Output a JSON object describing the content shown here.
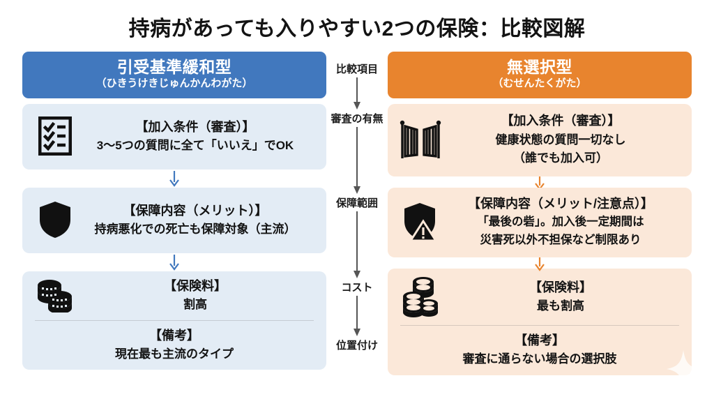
{
  "title": "持病があっても入りやすい2つの保険：比較図解",
  "colors": {
    "blue_header": "#4178be",
    "orange_header": "#e8842e",
    "blue_card": "#e3ecf5",
    "peach_card": "#fbe8d9",
    "text": "#131313",
    "background": "#ffffff"
  },
  "left_column": {
    "header_main": "引受基準緩和型",
    "header_sub": "（ひきうけきじゅんかんわがた）",
    "cards": [
      {
        "icon": "checklist-icon",
        "title": "【加入条件（審査）】",
        "text": "3〜5つの質問に全て「いいえ」でOK"
      },
      {
        "icon": "shield-icon",
        "title": "【保障内容（メリット）】",
        "text": "持病悪化での死亡も保障対象（主流）"
      },
      {
        "icon": "coins-icon",
        "title": "【保険料】",
        "text": "割高",
        "remarks_title": "【備考】",
        "remarks_text": "現在最も主流のタイプ"
      }
    ]
  },
  "right_column": {
    "header_main": "無選択型",
    "header_sub": "（むせんたくがた）",
    "cards": [
      {
        "icon": "open-gate-icon",
        "title": "【加入条件（審査）】",
        "text": "健康状態の質問一切なし",
        "text2": "（誰でも加入可）"
      },
      {
        "icon": "shield-warning-icon",
        "title": "【保障内容（メリット/注意点）】",
        "text": "「最後の砦」。加入後一定期間は",
        "text2": "災害死以外不担保など制限あり"
      },
      {
        "icon": "coins-stack-icon",
        "title": "【保険料】",
        "text": "最も割高",
        "remarks_title": "【備考】",
        "remarks_text": "審査に通らない場合の選択肢"
      }
    ]
  },
  "center_column": {
    "labels": [
      "比較項目",
      "審査の有無",
      "保障範囲",
      "コスト",
      "位置付け"
    ]
  }
}
